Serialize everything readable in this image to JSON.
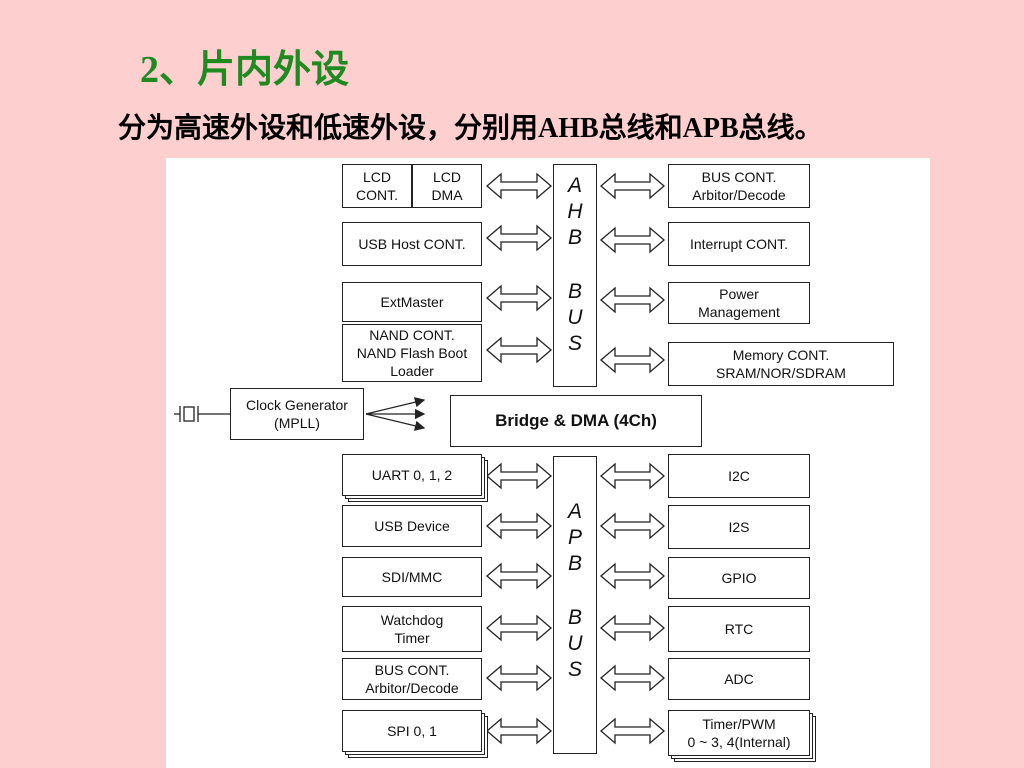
{
  "slide": {
    "title": "2、片内外设",
    "subtitle": "分为高速外设和低速外设，分别用AHB总线和APB总线。"
  },
  "colors": {
    "background": "#fdcfcf",
    "title": "#1f8a1f",
    "diagram_background": "#ffffff",
    "line": "#222222"
  },
  "diagram": {
    "ahb_bus": {
      "letters": [
        "A",
        "H",
        "B",
        "B",
        "U",
        "S"
      ]
    },
    "apb_bus": {
      "letters": [
        "A",
        "P",
        "B",
        "B",
        "U",
        "S"
      ]
    },
    "bridge": "Bridge & DMA (4Ch)",
    "clock_generator": [
      "Clock Generator",
      "(MPLL)"
    ],
    "crystal_icon": "crystal-oscillator-icon",
    "ahb_left": [
      {
        "name": "lcd-cont",
        "lines": [
          "LCD",
          "CONT."
        ]
      },
      {
        "name": "lcd-dma",
        "lines": [
          "LCD",
          "DMA"
        ]
      },
      {
        "name": "usb-host-cont",
        "lines": [
          "USB Host CONT."
        ]
      },
      {
        "name": "extmaster",
        "lines": [
          "ExtMaster"
        ]
      },
      {
        "name": "nand-cont",
        "lines": [
          "NAND CONT.",
          "NAND Flash Boot",
          "Loader"
        ]
      }
    ],
    "ahb_right": [
      {
        "name": "bus-cont-ahb",
        "lines": [
          "BUS CONT.",
          "Arbitor/Decode"
        ]
      },
      {
        "name": "interrupt-cont",
        "lines": [
          "Interrupt CONT."
        ]
      },
      {
        "name": "power-management",
        "lines": [
          "Power",
          "Management"
        ]
      },
      {
        "name": "memory-cont",
        "lines": [
          "Memory CONT.",
          "SRAM/NOR/SDRAM"
        ]
      }
    ],
    "apb_left": [
      {
        "name": "uart",
        "lines": [
          "UART 0, 1, 2"
        ]
      },
      {
        "name": "usb-device",
        "lines": [
          "USB Device"
        ]
      },
      {
        "name": "sdi-mmc",
        "lines": [
          "SDI/MMC"
        ]
      },
      {
        "name": "watchdog-timer",
        "lines": [
          "Watchdog",
          "Timer"
        ]
      },
      {
        "name": "bus-cont-apb",
        "lines": [
          "BUS CONT.",
          "Arbitor/Decode"
        ]
      },
      {
        "name": "spi",
        "lines": [
          "SPI 0, 1"
        ]
      }
    ],
    "apb_right": [
      {
        "name": "i2c",
        "lines": [
          "I2C"
        ]
      },
      {
        "name": "i2s",
        "lines": [
          "I2S"
        ]
      },
      {
        "name": "gpio",
        "lines": [
          "GPIO"
        ]
      },
      {
        "name": "rtc",
        "lines": [
          "RTC"
        ]
      },
      {
        "name": "adc",
        "lines": [
          "ADC"
        ]
      },
      {
        "name": "timer-pwm",
        "lines": [
          "Timer/PWM",
          "0 ~ 3, 4(Internal)"
        ]
      }
    ]
  }
}
